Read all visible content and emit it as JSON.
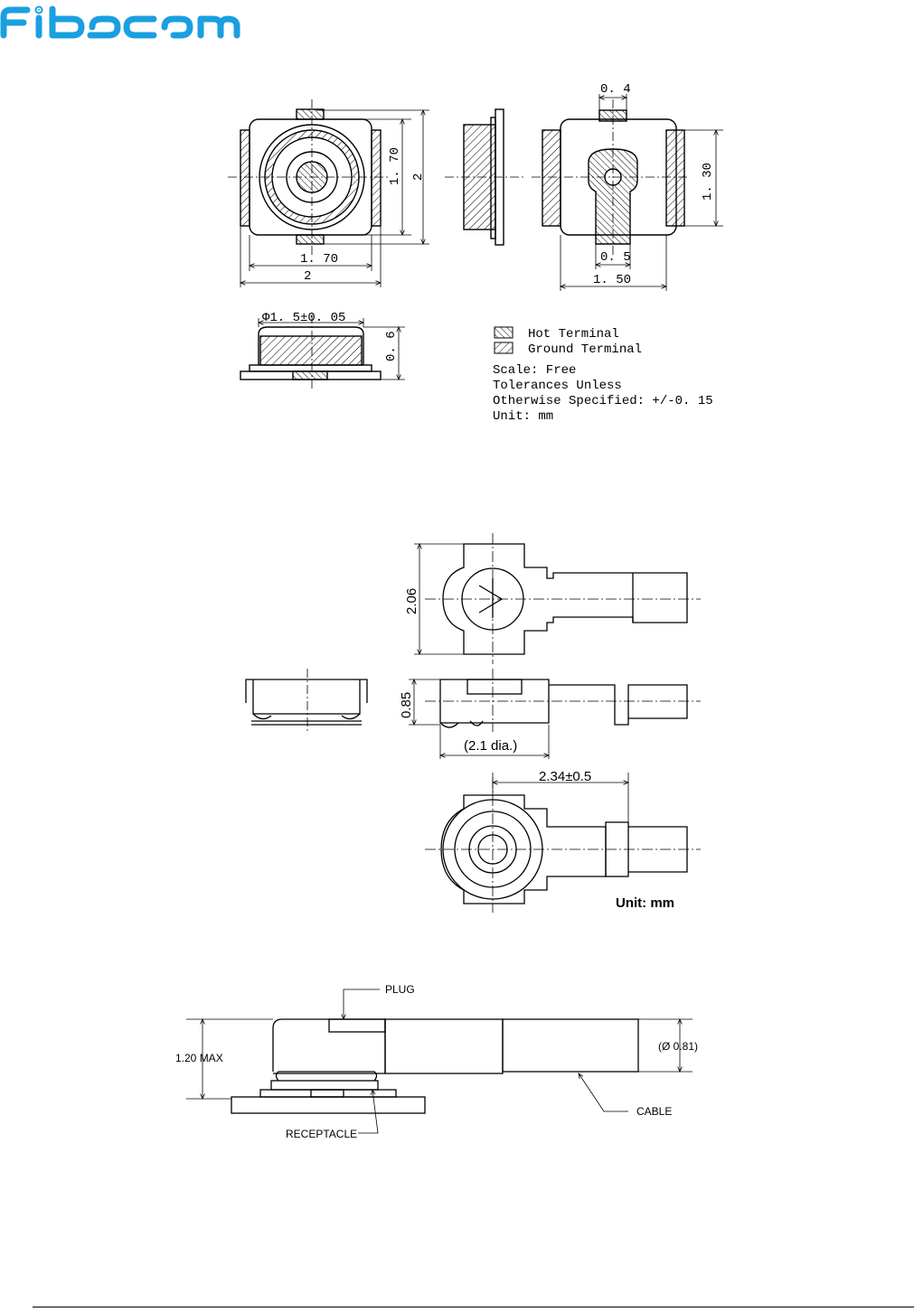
{
  "brand": {
    "logo_text": "Fibocom",
    "color": "#1a9fe0"
  },
  "receptacle_drawing": {
    "dims": {
      "top_gap": "0. 4",
      "inner_height": "1. 70",
      "outer_height": "2",
      "inner_width": "1. 70",
      "outer_width": "2",
      "terminal_height": "1. 30",
      "center_width": "0. 5",
      "bottom_width": "1. 50",
      "diameter": "Φ1. 5±0. 05",
      "profile_height": "0. 6"
    },
    "legend": {
      "hot": "Hot Terminal",
      "ground": "Ground Terminal"
    },
    "notes": [
      "Scale: Free",
      "Tolerances Unless",
      "Otherwise Specified: +/-0. 15",
      "Unit: mm"
    ]
  },
  "plug_drawing": {
    "dims": {
      "height": "2.06",
      "mated_height": "0.85",
      "diameter": "(2.1 dia.)",
      "offset": "2.34±0.5"
    },
    "unit": "Unit: mm"
  },
  "assembly_drawing": {
    "labels": {
      "plug": "PLUG",
      "receptacle": "RECEPTACLE",
      "cable": "CABLE",
      "max_height": "1.20 MAX",
      "cable_diameter": "(Ø 0.81)"
    }
  }
}
